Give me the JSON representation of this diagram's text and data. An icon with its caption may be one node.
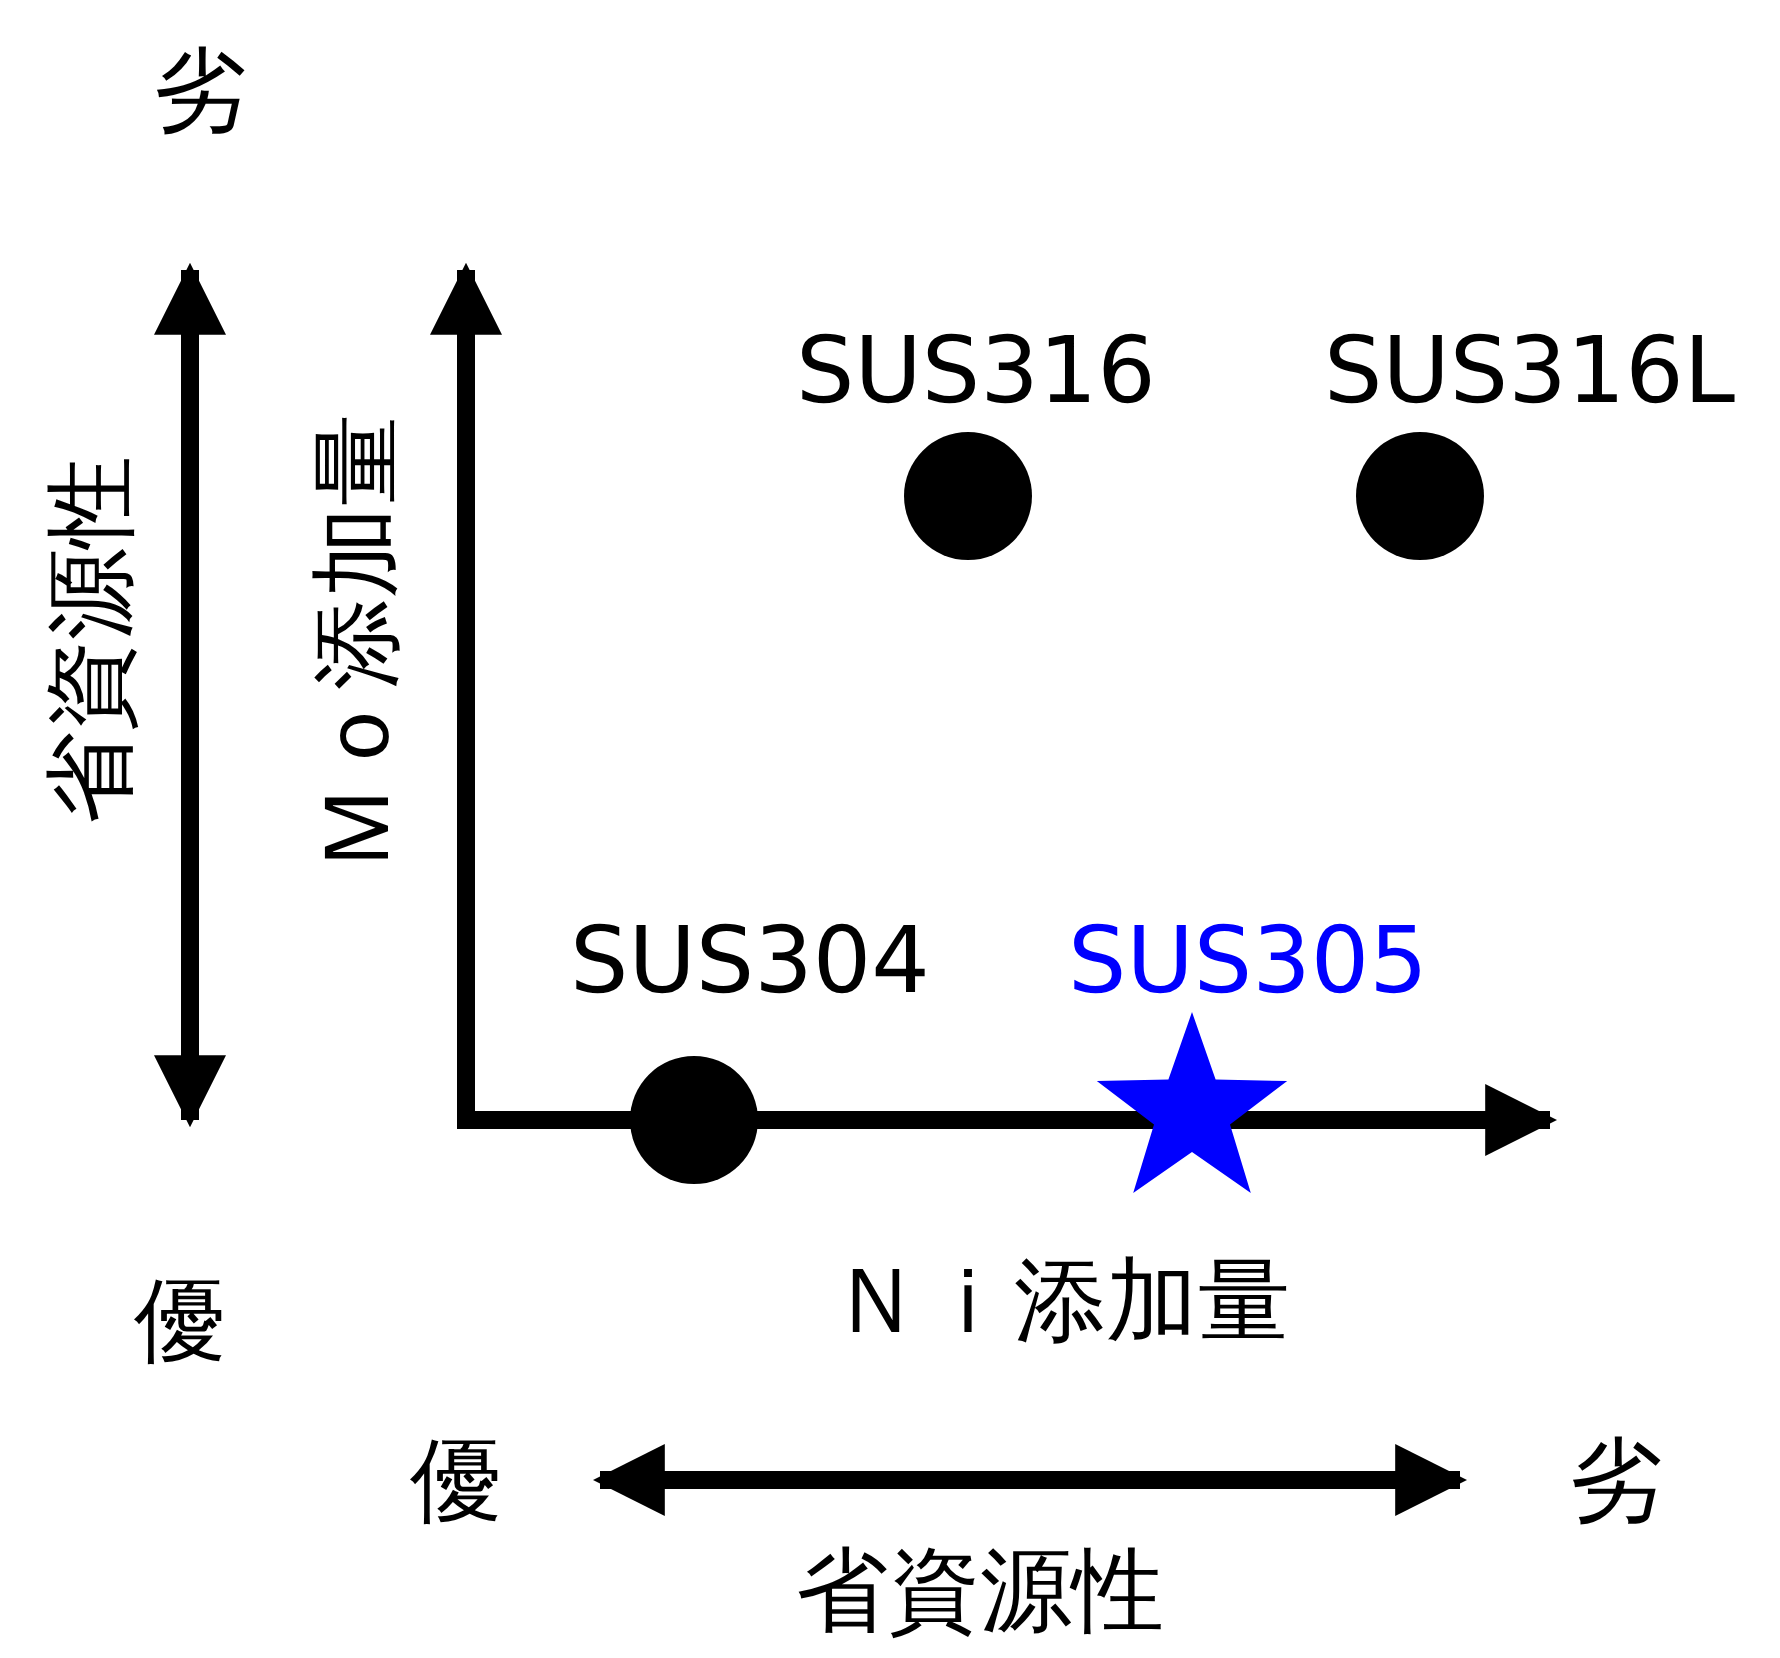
{
  "diagram": {
    "nodes": [
      {
        "text": [],
        "shape": "circle",
        "beside": [
          "SUS316"
        ]
      },
      {
        "text": [],
        "shape": "circle",
        "beside": [
          "SUS316L"
        ]
      },
      {
        "text": [],
        "shape": "circle",
        "beside": [
          "SUS304"
        ]
      },
      {
        "text": [],
        "shape": "star",
        "beside": [
          "SUS305"
        ]
      }
    ],
    "edges": [],
    "labels": [
      "劣",
      "省資源性",
      "Ｍｏ添加量",
      "優",
      "Ｎｉ添加量",
      "優",
      "劣",
      "省資源性"
    ]
  }
}
